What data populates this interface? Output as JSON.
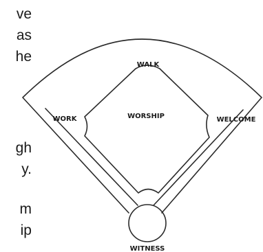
{
  "text_fragments": [
    "ve",
    "as",
    "he",
    "gh",
    "y.",
    "m",
    "ip"
  ],
  "diagram": {
    "labels": {
      "walk": "WALK",
      "work": "WORK",
      "worship": "WORSHIP",
      "welcome": "WELCOME",
      "witness": "WITNESS"
    }
  }
}
